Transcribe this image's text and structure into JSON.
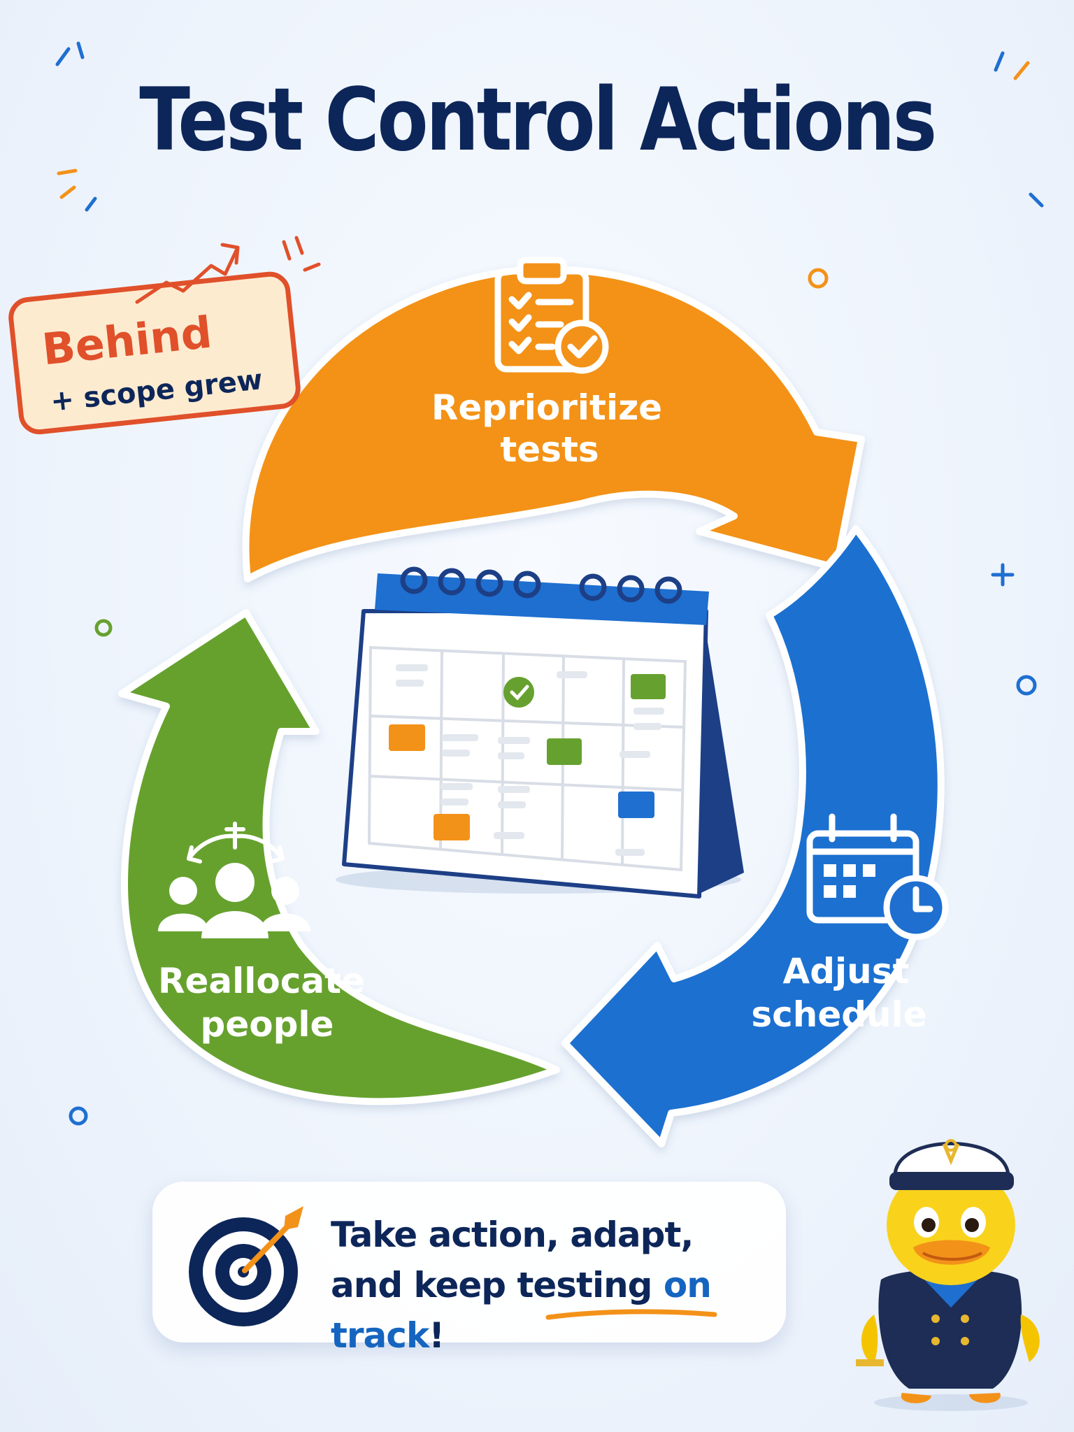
{
  "title": "Test Control Actions",
  "status_badge": {
    "line1": "Behind",
    "line2": "+ scope grew"
  },
  "steps": [
    {
      "id": "reprioritize",
      "line1": "Reprioritize",
      "line2": "tests",
      "color": "#f39219",
      "icon": "clipboard-check-icon"
    },
    {
      "id": "adjust",
      "line1": "Adjust",
      "line2": "schedule",
      "color": "#1e6fd0",
      "icon": "calendar-clock-icon"
    },
    {
      "id": "reallocate",
      "line1": "Reallocate",
      "line2": "people",
      "color": "#66a12f",
      "icon": "people-swap-icon"
    }
  ],
  "center_icon": "desk-calendar-icon",
  "callout": {
    "prefix": "Take action, adapt, and keep testing ",
    "highlight": "on track",
    "suffix": "!",
    "icon": "target-arrow-icon"
  },
  "mascot_icon": "captain-duck-icon",
  "colors": {
    "navy": "#0d2659",
    "orange": "#f39219",
    "blue": "#1e6fd0",
    "green": "#66a12f",
    "badge_text": "#e0502a"
  }
}
